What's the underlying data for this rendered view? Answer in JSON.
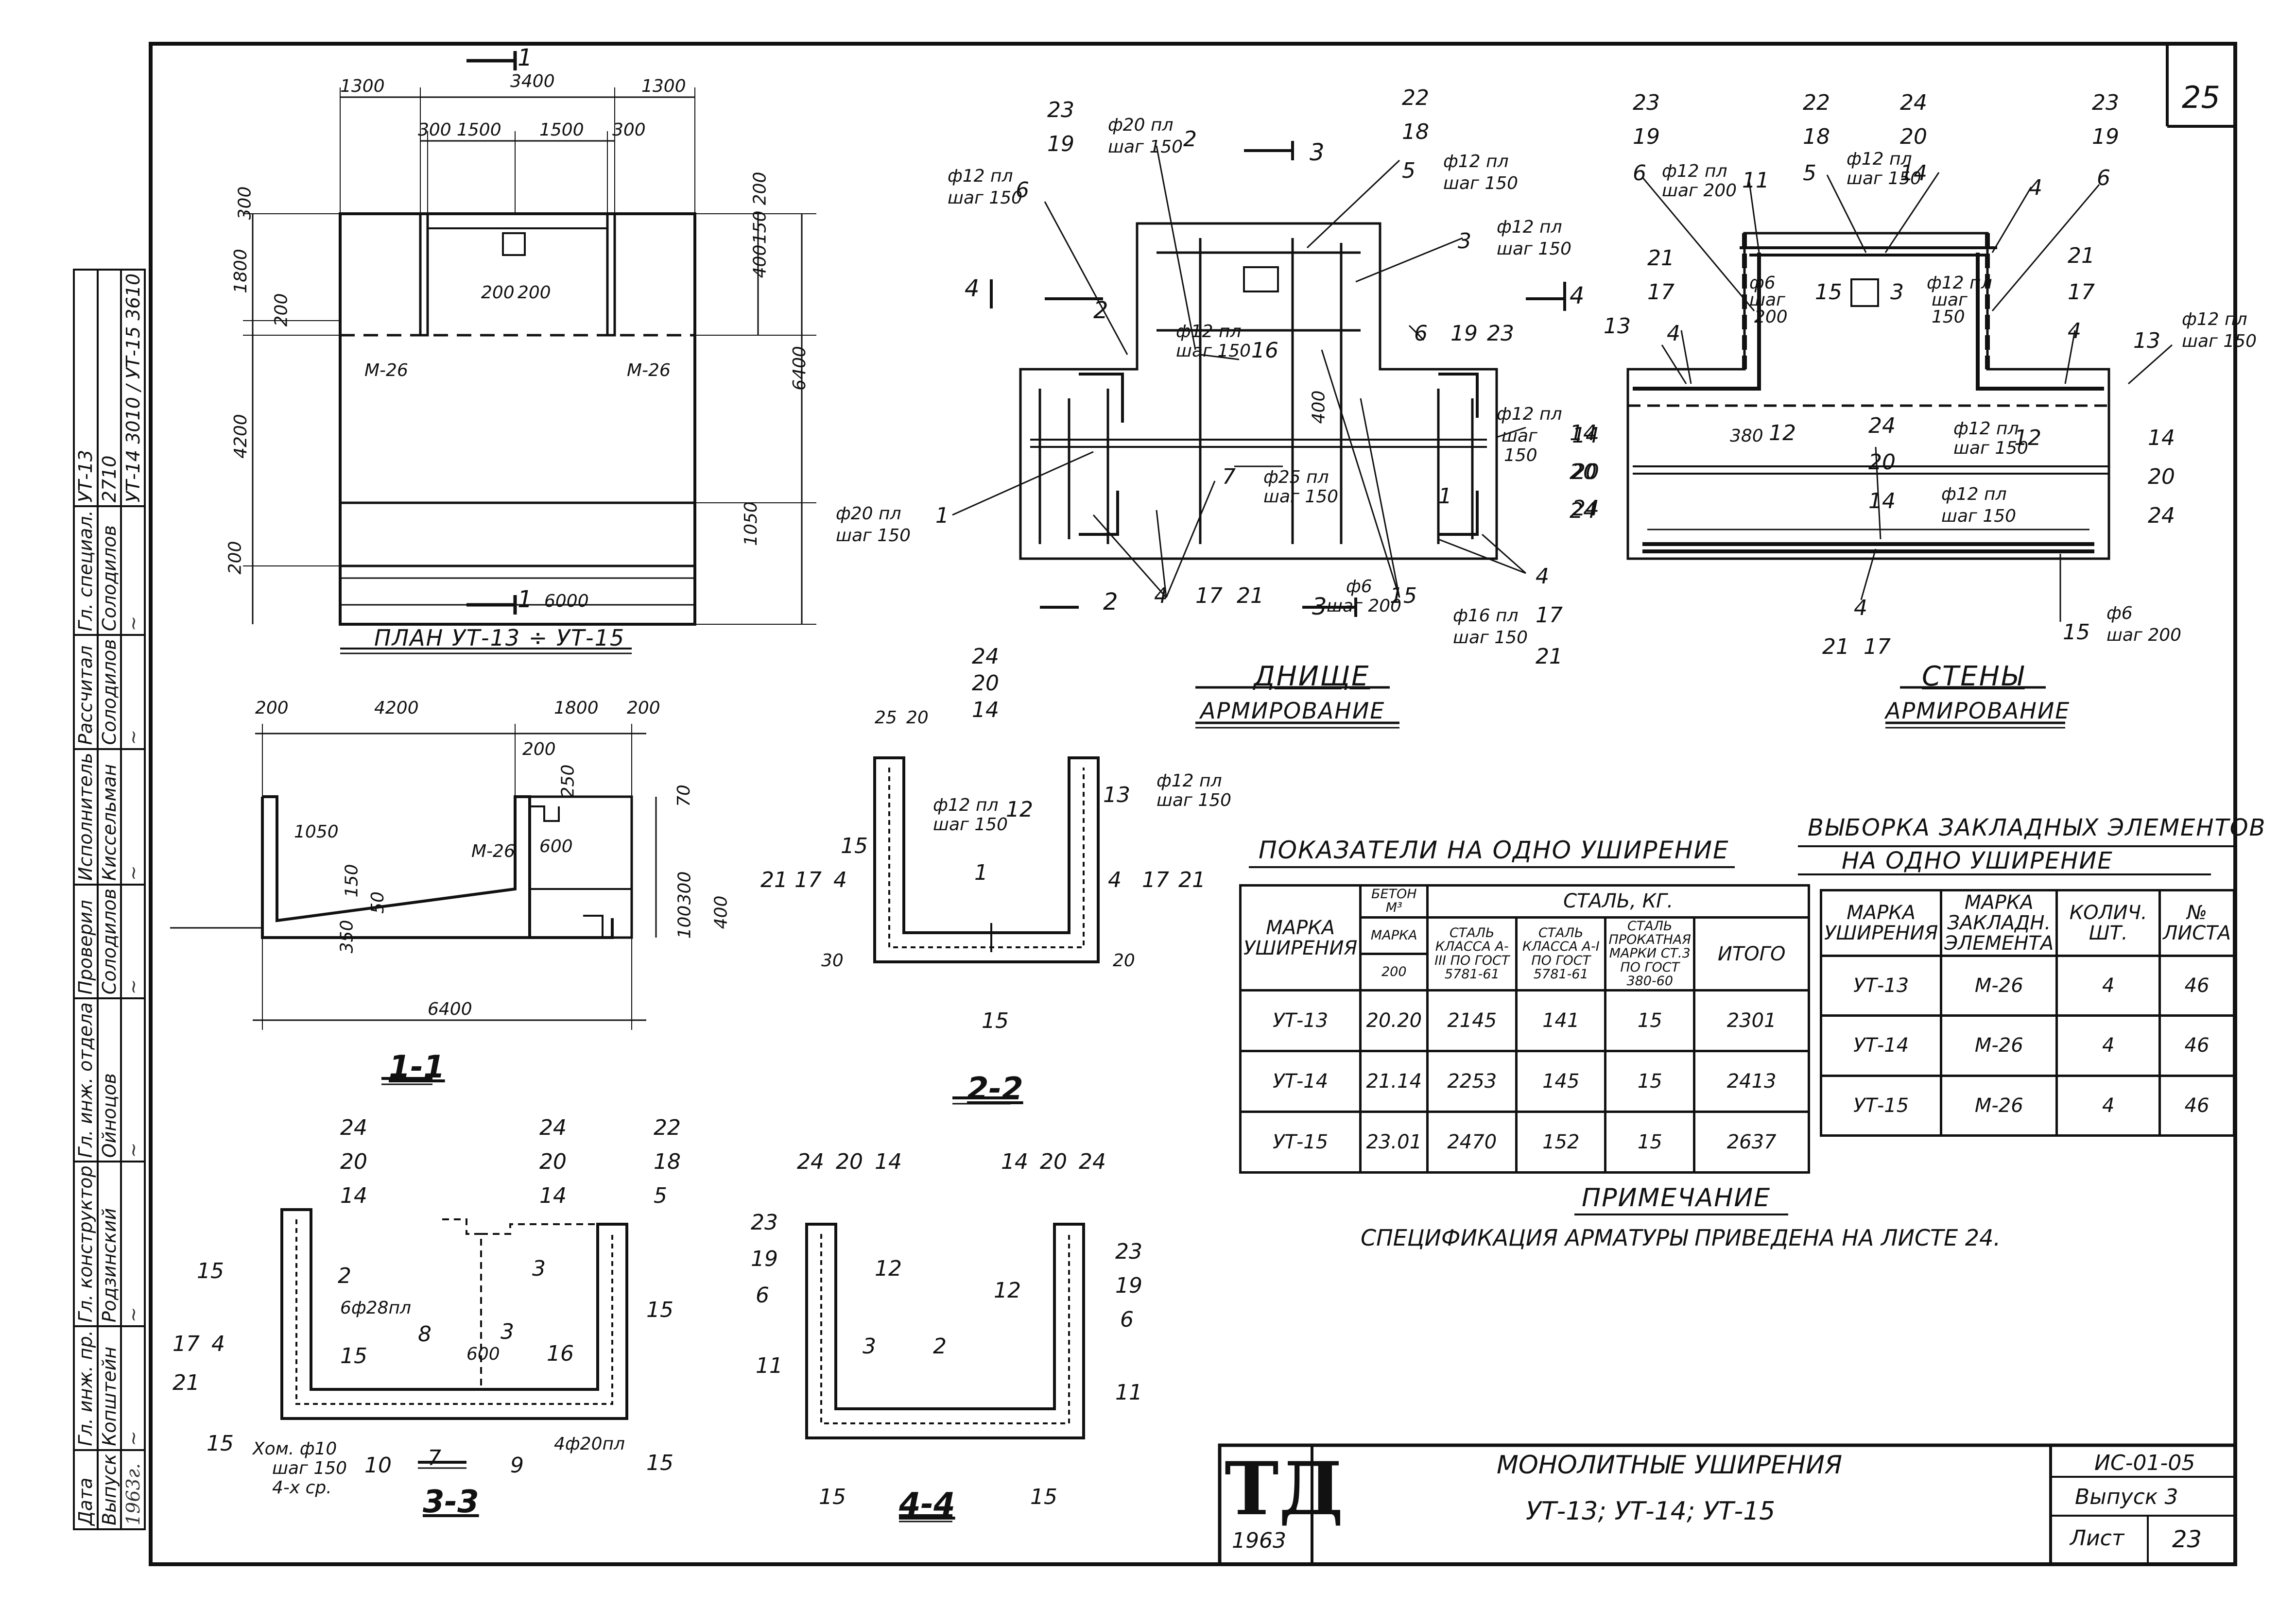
{
  "sheet": {
    "number": "25",
    "code": "ИС-01-05",
    "issue": "Выпуск 3",
    "sheet_label": "Лист",
    "sheet_no": "23",
    "title_line1": "Монолитные уширения",
    "title_line2": "УТ-13;  УТ-14;  УТ-15",
    "logo": "ТД",
    "logo_year": "1963"
  },
  "plan": {
    "title": "План УТ-13 ÷ УТ-15",
    "dims": {
      "top_left": "1300",
      "top_mid": "3400",
      "top_right": "1300",
      "r1": "300",
      "r2": "1500",
      "r3": "1500",
      "r4": "300",
      "left_top": "300",
      "left_1800": "1800",
      "left_200": "200",
      "left_4200": "4200",
      "left_bottom": "200",
      "right_200": "200",
      "right_150": "150",
      "right_400": "400",
      "right_6400": "6400",
      "right_1050": "1050",
      "hole_200a": "200",
      "hole_200b": "200",
      "bottom_6000": "6000"
    },
    "labels": {
      "m26_left": "М-26",
      "m26_right": "М-26",
      "cut1": "1",
      "cut2": "1"
    }
  },
  "sec11": {
    "title": "1-1",
    "dims": {
      "d200a": "200",
      "d4200": "4200",
      "d1800": "1800",
      "d200b": "200",
      "d200c": "200",
      "d250": "250",
      "d70": "70",
      "d1050": "1050",
      "d600": "600",
      "d150": "150",
      "d50": "50",
      "d350": "350",
      "d100": "100",
      "d300": "300",
      "d400": "400",
      "d6400": "6400"
    },
    "m26": "М-26"
  },
  "sec22": {
    "title": "2-2",
    "a": "24",
    "b": "20",
    "c": "14",
    "d": "25",
    "e": "20",
    "f": "20",
    "g": "12",
    "h": "13",
    "k": "1",
    "l": "15",
    "m": "21",
    "n": "17",
    "o": "4",
    "p": "4",
    "q": "17",
    "r": "21",
    "s": "30",
    "t": "20",
    "phi_a": "ф12 пл",
    "phi_a2": "шаг 150",
    "phi_b": "ф12 пл",
    "phi_b2": "шаг 150"
  },
  "sec33": {
    "title": "3-3",
    "c24": "24",
    "c20": "20",
    "c14": "14",
    "c2": "2",
    "c15a": "15",
    "c15b": "15",
    "c17": "17",
    "c4": "4",
    "c21": "21",
    "c15c": "15",
    "c10": "10",
    "c7": "7",
    "c9": "9",
    "c8": "8",
    "c3a": "3",
    "c3b": "3",
    "c16": "16",
    "c15d": "15",
    "c15e": "15",
    "r24": "24",
    "r20": "20",
    "r14": "14",
    "r22": "22",
    "r18": "18",
    "r5": "5",
    "t1": "6ф28пл",
    "t2": "600",
    "t3": "Хом. ф10",
    "t4": "шаг 150",
    "t5": "4-х ср.",
    "t6": "4ф20пл"
  },
  "sec44": {
    "title": "4-4",
    "l24": "24",
    "l20": "20",
    "l14": "14",
    "r14": "14",
    "r20": "20",
    "r24": "24",
    "l23": "23",
    "l19": "19",
    "l6": "6",
    "l11": "11",
    "l12": "12",
    "c3": "3",
    "c2": "2",
    "r12": "12",
    "r23": "23",
    "r19": "19",
    "r6": "6",
    "r11": "11",
    "l15": "15",
    "r15": "15"
  },
  "dnishche": {
    "title": "Днище",
    "subtitle": "Армирование",
    "callouts": {
      "c23": "23",
      "c19": "19",
      "c6": "6",
      "c2": "2",
      "c22": "22",
      "c18": "18",
      "c5": "5",
      "c3": "3",
      "c16": "16",
      "c7": "7",
      "c1a": "1",
      "c1b": "1",
      "c4a": "4",
      "c17a": "17",
      "c21a": "21",
      "c15": "15",
      "c4b": "4",
      "c17b": "17",
      "c21b": "21",
      "c14": "14",
      "c20": "20",
      "c24": "24",
      "c6b": "6",
      "c19b": "19",
      "c23b": "23"
    },
    "text": {
      "a": "ф20 пл",
      "a2": "шаг 150",
      "b": "ф12 пл",
      "b2": "шаг 150",
      "c": "ф12 пл",
      "c2": "шаг 150",
      "d": "ф12 пл",
      "d2": "шаг 150",
      "e": "ф12 пл",
      "e2": "шаг 150",
      "f": "ф12 пл",
      "f2": "шаг",
      "f3": "150",
      "g": "ф25 пл",
      "g2": "шаг 150",
      "h": "ф20 пл",
      "h2": "шаг 150",
      "i": "ф6",
      "i2": "шаг 200",
      "j": "ф16 пл",
      "j2": "шаг 150",
      "k400": "400",
      "cut3a": "3",
      "cut3b": "3",
      "cut2a": "2",
      "cut2b": "2",
      "cut4a": "4",
      "cut4b": "4"
    }
  },
  "steny": {
    "title": "Стены",
    "subtitle": "Армирование",
    "callouts": {
      "l23": "23",
      "l19": "19",
      "l6": "6",
      "c11": "11",
      "c22": "22",
      "c18": "18",
      "c5": "5",
      "c24": "24",
      "c20": "20",
      "c14": "14",
      "c4": "4",
      "r23": "23",
      "r19": "19",
      "r6": "6",
      "l21": "21",
      "l17": "17",
      "l13": "13",
      "l4": "4",
      "c15": "15",
      "c3": "3",
      "r21": "21",
      "r17": "17",
      "r4": "4",
      "r13": "13",
      "c14b": "14",
      "c20b": "20",
      "c24b": "24",
      "c12a": "12",
      "c24c": "24",
      "c20c": "20",
      "c12b": "12",
      "r14": "14",
      "r20": "20",
      "r24": "24",
      "c14c": "14",
      "c4b": "4",
      "c21": "21",
      "c17": "17",
      "c15b": "15"
    },
    "text": {
      "a": "ф12 пл",
      "a2": "шаг 200",
      "b": "ф12 пл",
      "b2": "шаг 150",
      "c": "ф6",
      "c2": "шаг",
      "c3": "200",
      "d": "ф12 пл",
      "d2": "шаг",
      "d3": "150",
      "e": "ф12 пл",
      "e2": "шаг 150",
      "f": "ф12 пл",
      "f2": "шаг 150",
      "g": "ф12 пл",
      "g2": "шаг 150",
      "h": "ф6",
      "h2": "шаг 200",
      "k": "380"
    }
  },
  "indicators": {
    "title": "Показатели на одно уширение",
    "head": {
      "marka": "Марка",
      "ushireniya": "уширения",
      "beton": "Бетон",
      "m3": "М³",
      "marka2": "Марка",
      "b200": "200",
      "stal": "Сталь, кг.",
      "s1": "Сталь класса А-III по ГОСТ 5781-61",
      "s2": "Сталь класса А-I по ГОСТ 5781-61",
      "s3": "Сталь прокатная марки Ст.3 по ГОСТ 380-60",
      "itogo": "Итого"
    },
    "rows": [
      [
        "УТ-13",
        "20.20",
        "2145",
        "141",
        "15",
        "2301"
      ],
      [
        "УТ-14",
        "21.14",
        "2253",
        "145",
        "15",
        "2413"
      ],
      [
        "УТ-15",
        "23.01",
        "2470",
        "152",
        "15",
        "2637"
      ]
    ]
  },
  "embedded": {
    "title1": "Выборка закладных элементов",
    "title2": "на одно уширение",
    "head": {
      "marka": "Марка",
      "ushireniya": "уширения",
      "marka2": "Марка",
      "zakl": "закладн.",
      "elem": "элемента",
      "kol": "Колич.",
      "sht": "шт.",
      "no": "№",
      "lista": "листа"
    },
    "rows": [
      [
        "УТ-13",
        "М-26",
        "4",
        "46"
      ],
      [
        "УТ-14",
        "М-26",
        "4",
        "46"
      ],
      [
        "УТ-15",
        "М-26",
        "4",
        "46"
      ]
    ]
  },
  "note": {
    "title": "Примечание",
    "text": "Спецификация  арматуры  приведена  на листе 24."
  },
  "stamp": {
    "rows": [
      [
        "Гл. инж. отдела",
        "Ойноцов"
      ],
      [
        "Гл. конструктор",
        "Родзинский"
      ],
      [
        "Гл. инж. пр.",
        "Копштейн"
      ],
      [
        "Дата",
        "Выпуск"
      ]
    ],
    "mid": [
      [
        "Гл. специал.",
        "Солодилов"
      ],
      [
        "Рассчитал",
        "Солодилов"
      ],
      [
        "Исполнитель",
        "Киссельман"
      ],
      [
        "Проверил",
        "Солодилов"
      ]
    ],
    "date": "1963г.",
    "types": [
      [
        "УТ-15",
        "3610"
      ],
      [
        "УТ-14",
        "3010"
      ],
      [
        "УТ-13",
        "2710"
      ]
    ]
  }
}
